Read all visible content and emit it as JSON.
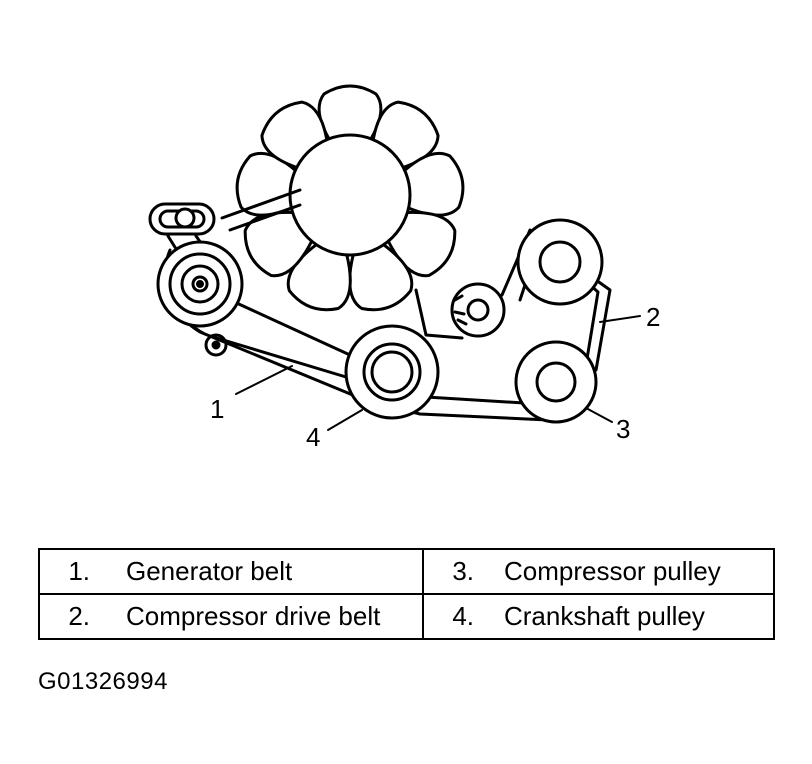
{
  "callouts": [
    "1",
    "2",
    "3",
    "4"
  ],
  "legend": {
    "rows": [
      [
        {
          "num": "1.",
          "label": "Generator belt"
        },
        {
          "num": "3.",
          "label": "Compressor pulley"
        }
      ],
      [
        {
          "num": "2.",
          "label": "Compressor drive belt"
        },
        {
          "num": "4.",
          "label": "Crankshaft pulley"
        }
      ]
    ]
  },
  "figure_id": "G01326994"
}
